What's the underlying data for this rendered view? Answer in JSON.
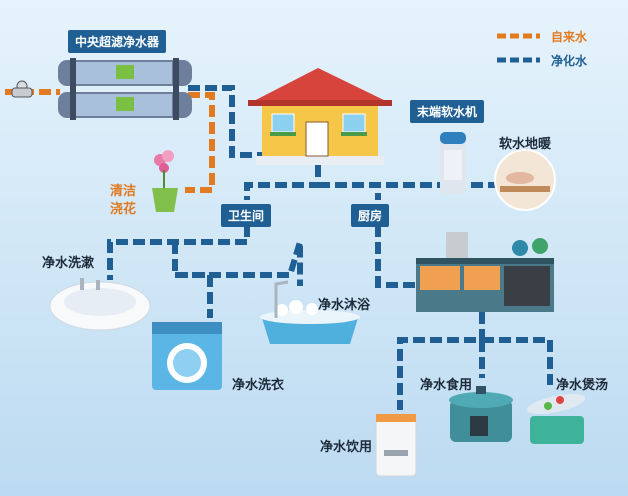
{
  "legend": {
    "tap_water": "自来水",
    "purified_water": "净化水",
    "tap_color": "#e27a22",
    "purified_color": "#1f5f93"
  },
  "labels": {
    "central_purifier": "中央超滤净水器",
    "terminal_softener": "末端软水机",
    "soft_floor_heating": "软水地暖",
    "clean_flowers_1": "清洁",
    "clean_flowers_2": "浇花",
    "bathroom": "卫生间",
    "kitchen": "厨房",
    "wash_face": "净水洗漱",
    "bath": "净水沐浴",
    "laundry": "净水洗衣",
    "drinking": "净水饮用",
    "cooking": "净水食用",
    "soup": "净水煲汤"
  }
}
